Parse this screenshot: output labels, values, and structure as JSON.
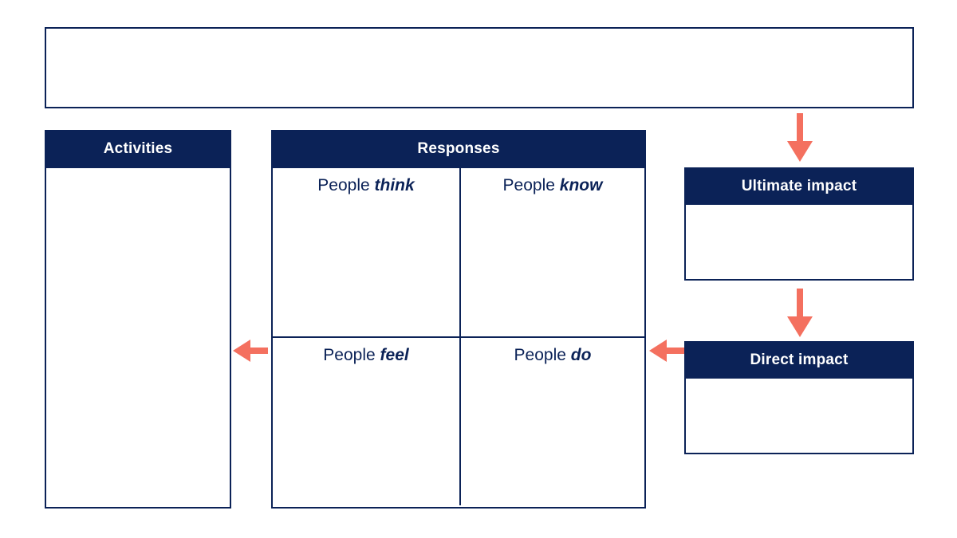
{
  "diagram": {
    "title_bar": {
      "content": ""
    },
    "activities": {
      "header": "Activities",
      "content": ""
    },
    "responses": {
      "header": "Responses",
      "quadrants": [
        {
          "prefix": "People",
          "emphasis": "think",
          "content": ""
        },
        {
          "prefix": "People",
          "emphasis": "know",
          "content": ""
        },
        {
          "prefix": "People",
          "emphasis": "feel",
          "content": ""
        },
        {
          "prefix": "People",
          "emphasis": "do",
          "content": ""
        }
      ]
    },
    "ultimate_impact": {
      "header": "Ultimate impact",
      "content": ""
    },
    "direct_impact": {
      "header": "Direct impact",
      "content": ""
    },
    "arrows": [
      {
        "name": "arrow-topbar-to-ultimate-impact",
        "direction": "down"
      },
      {
        "name": "arrow-ultimate-to-direct-impact",
        "direction": "down"
      },
      {
        "name": "arrow-direct-impact-to-responses",
        "direction": "left"
      },
      {
        "name": "arrow-responses-to-activities",
        "direction": "left"
      }
    ]
  },
  "colors": {
    "navy": "#0b2257",
    "coral": "#f4705f",
    "white": "#ffffff"
  }
}
